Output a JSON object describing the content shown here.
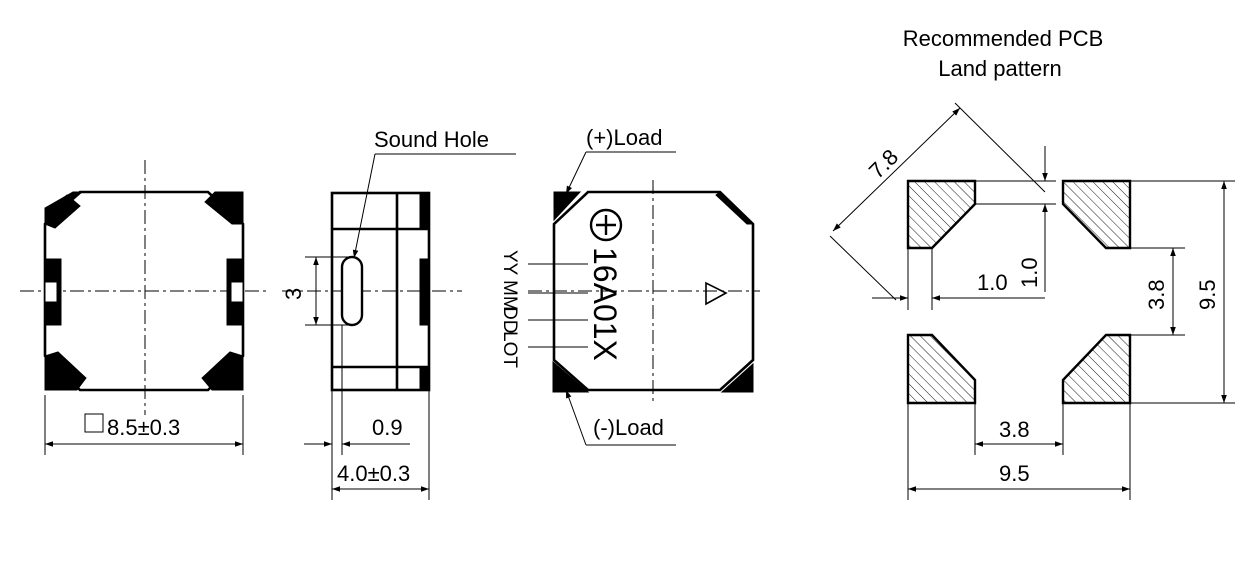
{
  "title": {
    "line1": "Recommended  PCB",
    "line2": "Land   pattern"
  },
  "top_view": {
    "dimension": "8.5±0.3"
  },
  "side_view": {
    "callout": "Sound  Hole",
    "hole_height": "3",
    "offset": "0.9",
    "height": "4.0±0.3"
  },
  "marking_view": {
    "plus_load": "(+)Load",
    "minus_load": "(-)Load",
    "part_number": "16A01X",
    "lot_code_labels": [
      "YY",
      "MM",
      "DD",
      "LOT"
    ]
  },
  "pcb_view": {
    "diagonal": "7.8",
    "pad_width": "1.0",
    "pad_height": "1.0",
    "gap_vertical": "3.8",
    "overall_vertical": "9.5",
    "gap_horizontal": "3.8",
    "overall_horizontal": "9.5"
  }
}
